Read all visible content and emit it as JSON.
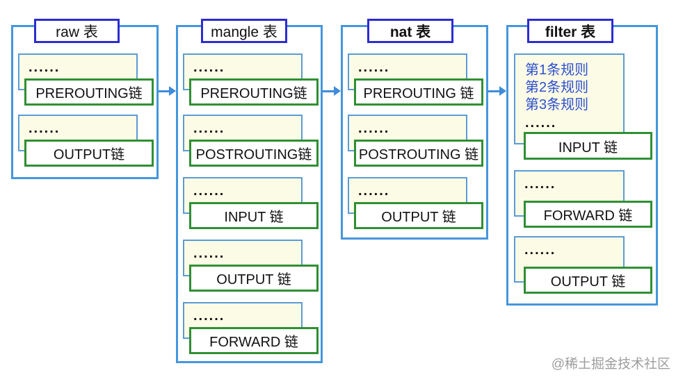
{
  "diagram": {
    "watermark": "@稀土掘金技术社区",
    "colors": {
      "container_border": "#4596dd",
      "title_border": "#2c2cd1",
      "chain_border": "#2f8f33",
      "rules_box_bg": "#fcfce6",
      "rules_box_border": "#5b9bd5",
      "rule_text": "#2c4fd0",
      "arrow": "#3f8cd9"
    },
    "tables": [
      {
        "name": "raw",
        "title": "raw 表",
        "chains": [
          {
            "more": "......",
            "label": "PREROUTING链"
          },
          {
            "more": "......",
            "label": "OUTPUT链"
          }
        ]
      },
      {
        "name": "mangle",
        "title": "mangle 表",
        "chains": [
          {
            "more": "......",
            "label": "PREROUTING链"
          },
          {
            "more": "......",
            "label": "POSTROUTING链"
          },
          {
            "more": "......",
            "label": "INPUT 链"
          },
          {
            "more": "......",
            "label": "OUTPUT 链"
          },
          {
            "more": "......",
            "label": "FORWARD 链"
          }
        ]
      },
      {
        "name": "nat",
        "title": "nat 表",
        "chains": [
          {
            "more": "......",
            "label": "PREROUTING 链"
          },
          {
            "more": "......",
            "label": "POSTROUTING 链"
          },
          {
            "more": "......",
            "label": "OUTPUT 链"
          }
        ]
      },
      {
        "name": "filter",
        "title": "filter 表",
        "rules": [
          "第1条规则",
          "第2条规则",
          "第3条规则"
        ],
        "rules_more": "......",
        "chains": [
          {
            "label": "INPUT 链"
          },
          {
            "more": "......",
            "label": "FORWARD 链"
          },
          {
            "more": "......",
            "label": "OUTPUT 链"
          }
        ]
      }
    ]
  }
}
